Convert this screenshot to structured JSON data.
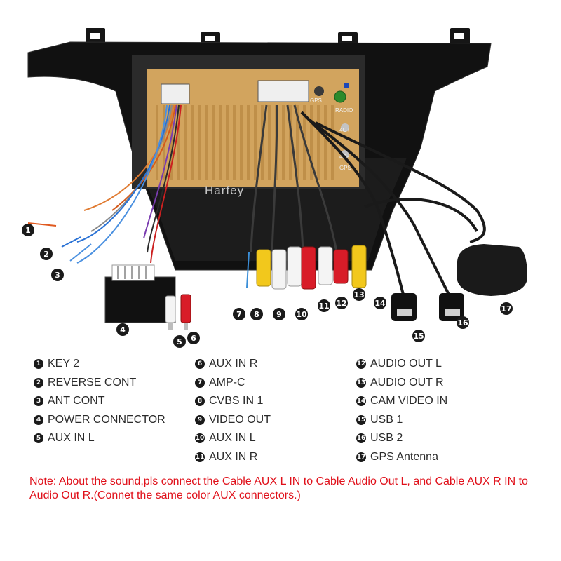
{
  "brand_watermark": "Harfey",
  "unit_port_labels": [
    "GPS",
    "RADIO",
    "4G+",
    "4G-",
    "GPS"
  ],
  "callouts": [
    "1",
    "2",
    "3",
    "4",
    "5",
    "6",
    "7",
    "8",
    "9",
    "10",
    "11",
    "12",
    "13",
    "14",
    "15",
    "16",
    "17"
  ],
  "legend": {
    "col1": [
      {
        "n": "1",
        "label": "KEY 2"
      },
      {
        "n": "2",
        "label": "REVERSE CONT"
      },
      {
        "n": "3",
        "label": "ANT CONT"
      },
      {
        "n": "4",
        "label": "POWER CONNECTOR"
      },
      {
        "n": "5",
        "label": "AUX IN L"
      }
    ],
    "col2": [
      {
        "n": "6",
        "label": "AUX IN R"
      },
      {
        "n": "7",
        "label": "AMP-C"
      },
      {
        "n": "8",
        "label": "CVBS IN 1"
      },
      {
        "n": "9",
        "label": "VIDEO OUT"
      },
      {
        "n": "10",
        "label": "AUX IN L"
      },
      {
        "n": "11",
        "label": "AUX IN R"
      }
    ],
    "col3": [
      {
        "n": "12",
        "label": "AUDIO OUT L"
      },
      {
        "n": "13",
        "label": "AUDIO OUT R"
      },
      {
        "n": "14",
        "label": "CAM VIDEO IN"
      },
      {
        "n": "15",
        "label": "USB 1"
      },
      {
        "n": "16",
        "label": "USB 2"
      },
      {
        "n": "17",
        "label": "GPS Antenna"
      }
    ]
  },
  "note": "Note: About the sound,pls connect the Cable AUX L IN to Cable Audio Out L, and Cable AUX R IN to  Audio Out R.(Connet the same color AUX connectors.)",
  "colors": {
    "bezel": "#111111",
    "unit_back": "#d2a45e",
    "fin": "#bf8f49",
    "rca_yellow": "#f2c81c",
    "rca_white": "#f4f4f4",
    "rca_red": "#d81c28",
    "note_red": "#e0101a"
  }
}
